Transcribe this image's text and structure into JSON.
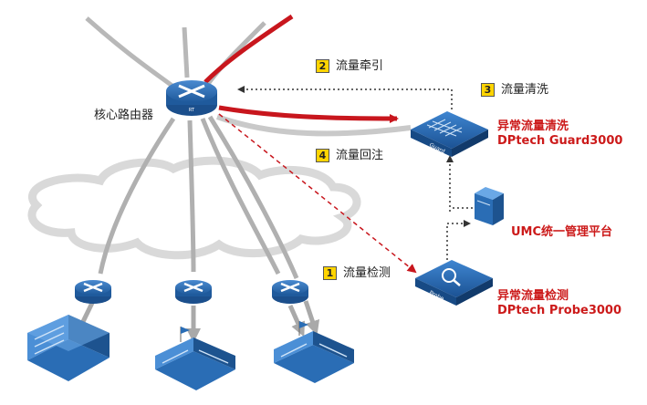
{
  "diagram": {
    "core_router_label": "核心路由器",
    "router_tag": "RT",
    "guard_tag": "Guard",
    "probe_tag": "Probe",
    "steps": [
      {
        "num": "1",
        "label": "流量检测"
      },
      {
        "num": "2",
        "label": "流量牵引"
      },
      {
        "num": "3",
        "label": "流量清洗"
      },
      {
        "num": "4",
        "label": "流量回注"
      }
    ],
    "guard": {
      "title": "异常流量清洗",
      "model": "DPtech Guard3000"
    },
    "umc": {
      "title": "UMC统一管理平台"
    },
    "probe": {
      "title": "异常流量检测",
      "model": "DPtech Probe3000"
    },
    "colors": {
      "router_blue": "#2f6fb3",
      "red_flow": "#c8161d",
      "yellow_tag": "#ffd400"
    }
  }
}
